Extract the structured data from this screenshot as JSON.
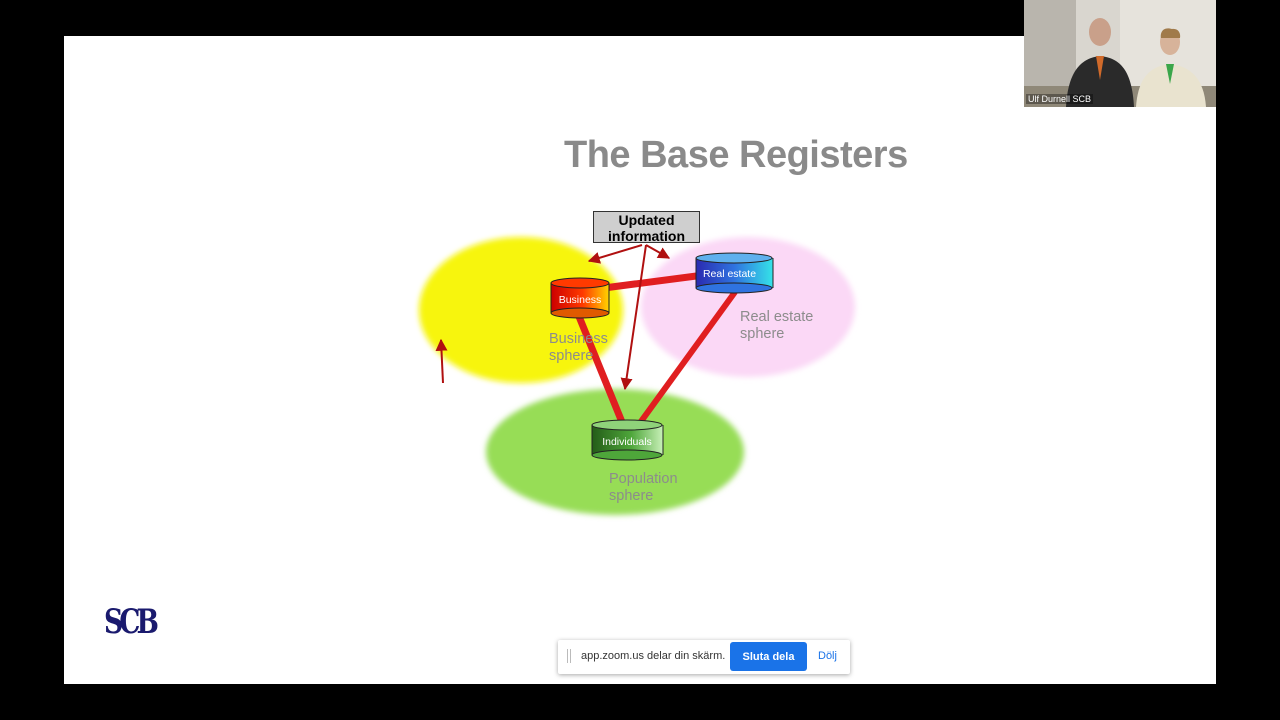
{
  "slide": {
    "title": "The Base Registers",
    "updated_box": "Updated\ninformation",
    "spheres": {
      "business": "Business\nsphere",
      "real_estate": "Real estate\nsphere",
      "population": "Population\nsphere"
    },
    "registers": {
      "business": "Business",
      "real_estate": "Real estate",
      "individuals": "Individuals"
    },
    "logo": "SCB",
    "colors": {
      "business_sphere": "#f7f50a",
      "real_estate_sphere": "#fbd8f6",
      "population_sphere": "#97dd57",
      "link": "#e01e20",
      "arrow": "#b01010",
      "title": "#8a8a8a"
    }
  },
  "share_bar": {
    "message": "app.zoom.us delar din skärm.",
    "stop_label": "Sluta dela",
    "hide_label": "Dölj"
  },
  "video": {
    "participant_name": "Ulf Durnell SCB"
  }
}
